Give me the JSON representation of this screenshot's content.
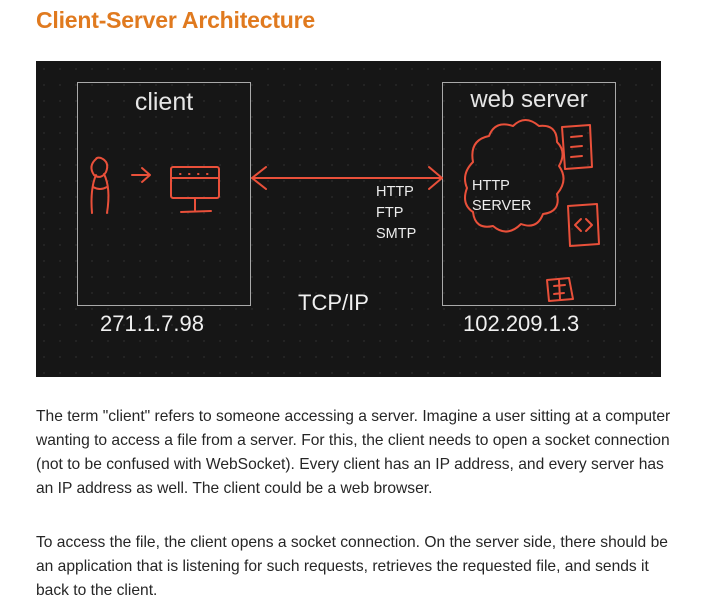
{
  "title": "Client-Server Architecture",
  "diagram": {
    "client_label": "client",
    "server_label": "web server",
    "client_ip": "271.1.7.98",
    "server_ip": "102.209.1.3",
    "transport": "TCP/IP",
    "protocols": [
      "HTTP",
      "FTP",
      "SMTP"
    ],
    "server_app_lines": [
      "HTTP",
      "SERVER"
    ],
    "file_icon_glyph": "<>",
    "sketch_color": "#e9503a"
  },
  "paragraphs": [
    "The term \"client\" refers to someone accessing a server. Imagine a user sitting at a computer wanting to access a file from a server. For this, the client needs to open a socket connection (not to be confused with WebSocket). Every client has an IP address, and every server has an IP address as well. The client could be a web browser.",
    "To access the file, the client opens a socket connection. On the server side, there should be an application that is listening for such requests, retrieves the requested file, and sends it back to the client."
  ]
}
